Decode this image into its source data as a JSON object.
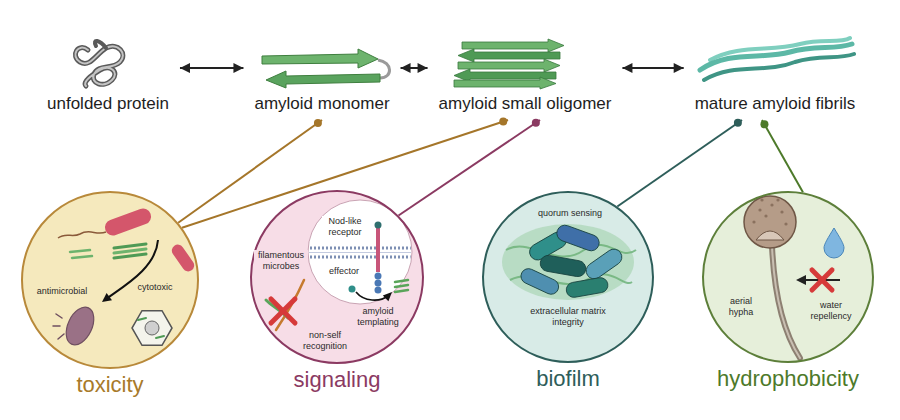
{
  "diagram": {
    "nodes": [
      {
        "text": [
          "unfolded protein"
        ]
      },
      {
        "text": [
          "amyloid monomer"
        ]
      },
      {
        "text": [
          "amyloid small oligomer"
        ]
      },
      {
        "text": [
          "mature amyloid fibrils"
        ]
      },
      {
        "text": [
          "antimicrobial",
          "cytotoxic",
          "toxicity"
        ]
      },
      {
        "text": [
          "Nod-like receptor",
          "filamentous microbes",
          "effector",
          "amyloid templating",
          "non-self recognition",
          "signaling"
        ]
      },
      {
        "text": [
          "quorum sensing",
          "extracellular matrix integrity",
          "biofilm"
        ]
      },
      {
        "text": [
          "aerial hypha",
          "water repellency",
          "hydrophobicity"
        ]
      }
    ],
    "edges": [
      {
        "from": 0,
        "to": 1,
        "arrow": "both"
      },
      {
        "from": 1,
        "to": 2,
        "arrow": "both"
      },
      {
        "from": 2,
        "to": 3,
        "arrow": "both"
      },
      {
        "from": 1,
        "to": 4,
        "arrow": "none"
      },
      {
        "from": 2,
        "to": 4,
        "arrow": "none"
      },
      {
        "from": 2,
        "to": 5,
        "arrow": "none"
      },
      {
        "from": 3,
        "to": 6,
        "arrow": "none"
      },
      {
        "from": 3,
        "to": 7,
        "arrow": "none"
      }
    ]
  }
}
